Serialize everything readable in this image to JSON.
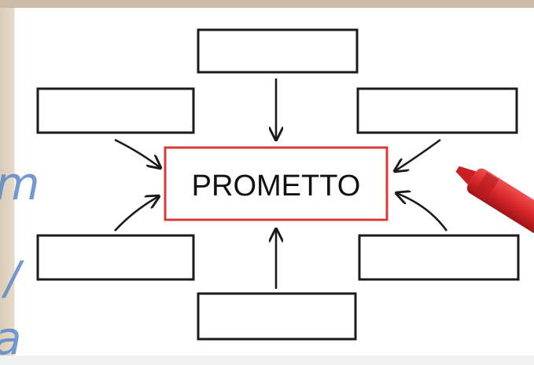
{
  "diagram": {
    "center_label": "PROMETTO",
    "background_slide_text": [
      "m",
      "/",
      "a"
    ],
    "colors": {
      "center_border": "#d83a3a",
      "box_border": "#1b1b1b",
      "marker_red": "#d9262b",
      "slide_text": "#5b88c9"
    }
  }
}
